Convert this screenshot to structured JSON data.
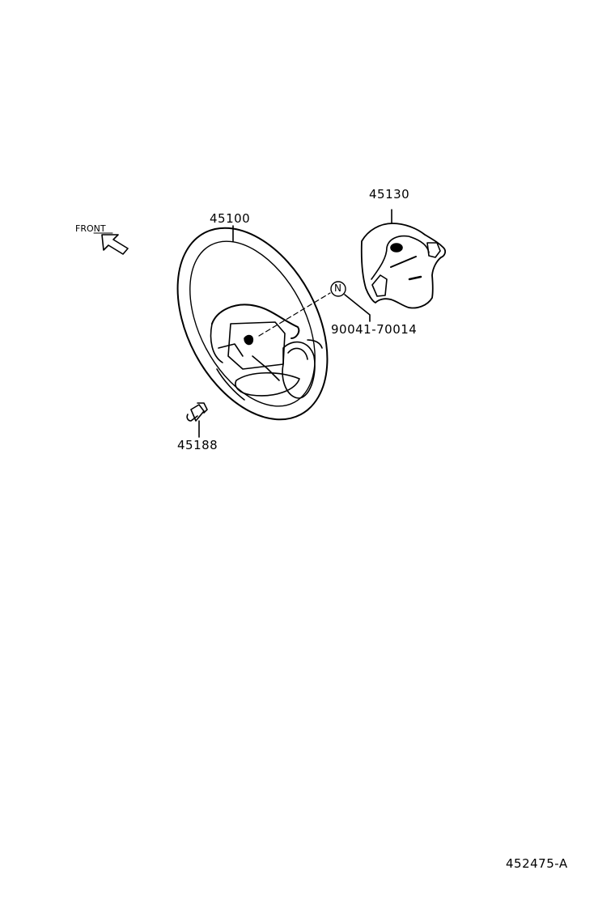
{
  "diagram": {
    "type": "parts-exploded-view",
    "colors": {
      "line": "#000000",
      "background": "#ffffff"
    },
    "orientation": {
      "label": "FRONT",
      "icon": "arrow-icon"
    },
    "parts": [
      {
        "id": "steering-wheel",
        "part_number": "45100"
      },
      {
        "id": "horn-pad",
        "part_number": "45130"
      },
      {
        "id": "bolt",
        "part_number": "45188"
      },
      {
        "id": "nut",
        "part_number": "90041-70014",
        "symbol": "N"
      }
    ],
    "figure_code": "452475-A"
  }
}
